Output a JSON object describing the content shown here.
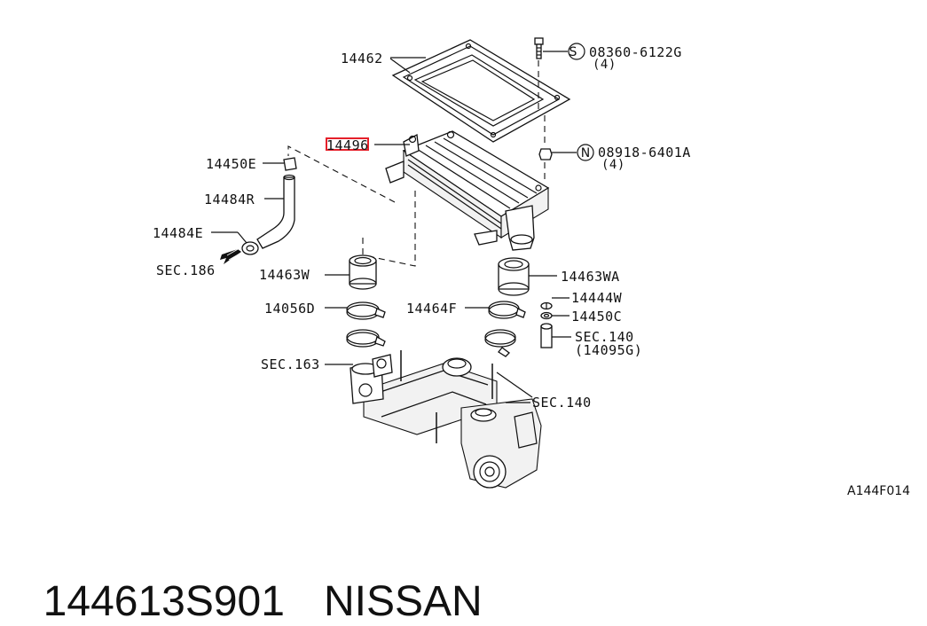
{
  "callouts": {
    "c14462": "14462",
    "c08360": "08360-6122G",
    "c08360_qty": "(4)",
    "c08360_sym": "S",
    "c14496": "14496",
    "c08918": "08918-6401A",
    "c08918_qty": "(4)",
    "c08918_sym": "N",
    "c14450E": "14450E",
    "c14484R": "14484R",
    "c14484E": "14484E",
    "sec186": "SEC.186",
    "c14463W": "14463W",
    "c14463WA": "14463WA",
    "c14444W": "14444W",
    "c14450C": "14450C",
    "c14056D": "14056D",
    "c14464F": "14464F",
    "sec140a": "SEC.140",
    "sec140a_sub": "(14095G)",
    "sec163": "SEC.163",
    "sec140b": "SEC.140"
  },
  "diagram_code": "A144F014",
  "footer": {
    "part_number": "144613S901",
    "brand": "NISSAN"
  },
  "highlight_color": "#e5202a"
}
